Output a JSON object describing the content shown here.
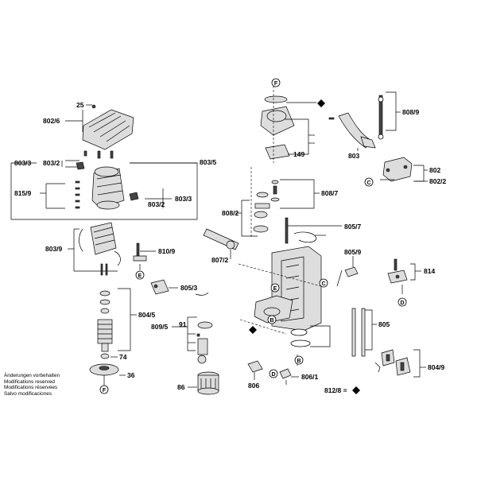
{
  "labels": {
    "l25": "25",
    "l802_6": "802/6",
    "l803_5": "803/5",
    "l803_3a": "803/3",
    "l803_2a": "803/2",
    "l815_9": "815/9",
    "l803_3b": "803/3",
    "l803_2b": "803/2",
    "l803_9": "803/9",
    "l810_9": "810/9",
    "l805_3": "805/3",
    "l804_5": "804/5",
    "l809_5": "809/5",
    "l91": "91",
    "l74": "74",
    "l36": "36",
    "l86": "86",
    "l806": "806",
    "l806_1": "806/1",
    "l812_8": "812/8 =",
    "l149": "149",
    "l808_9": "808/9",
    "l803": "803",
    "l802": "802",
    "l802_2": "802/2",
    "l808_7": "808/7",
    "l808_2": "808/2",
    "l805_7": "805/7",
    "l807_2": "807/2",
    "l805_9": "805/9",
    "l814": "814",
    "l805": "805",
    "l804_9": "804/9"
  },
  "callouts": {
    "F1": "F",
    "F2": "F",
    "E1": "E",
    "E2": "E",
    "C1": "C",
    "C2": "C",
    "D1": "D",
    "D2": "D",
    "B1": "B",
    "B2": "B"
  },
  "notes": [
    "Änderungen vorbehalten",
    "Modifications reserved",
    "Modifications réservées",
    "Salvo modificaciones"
  ]
}
